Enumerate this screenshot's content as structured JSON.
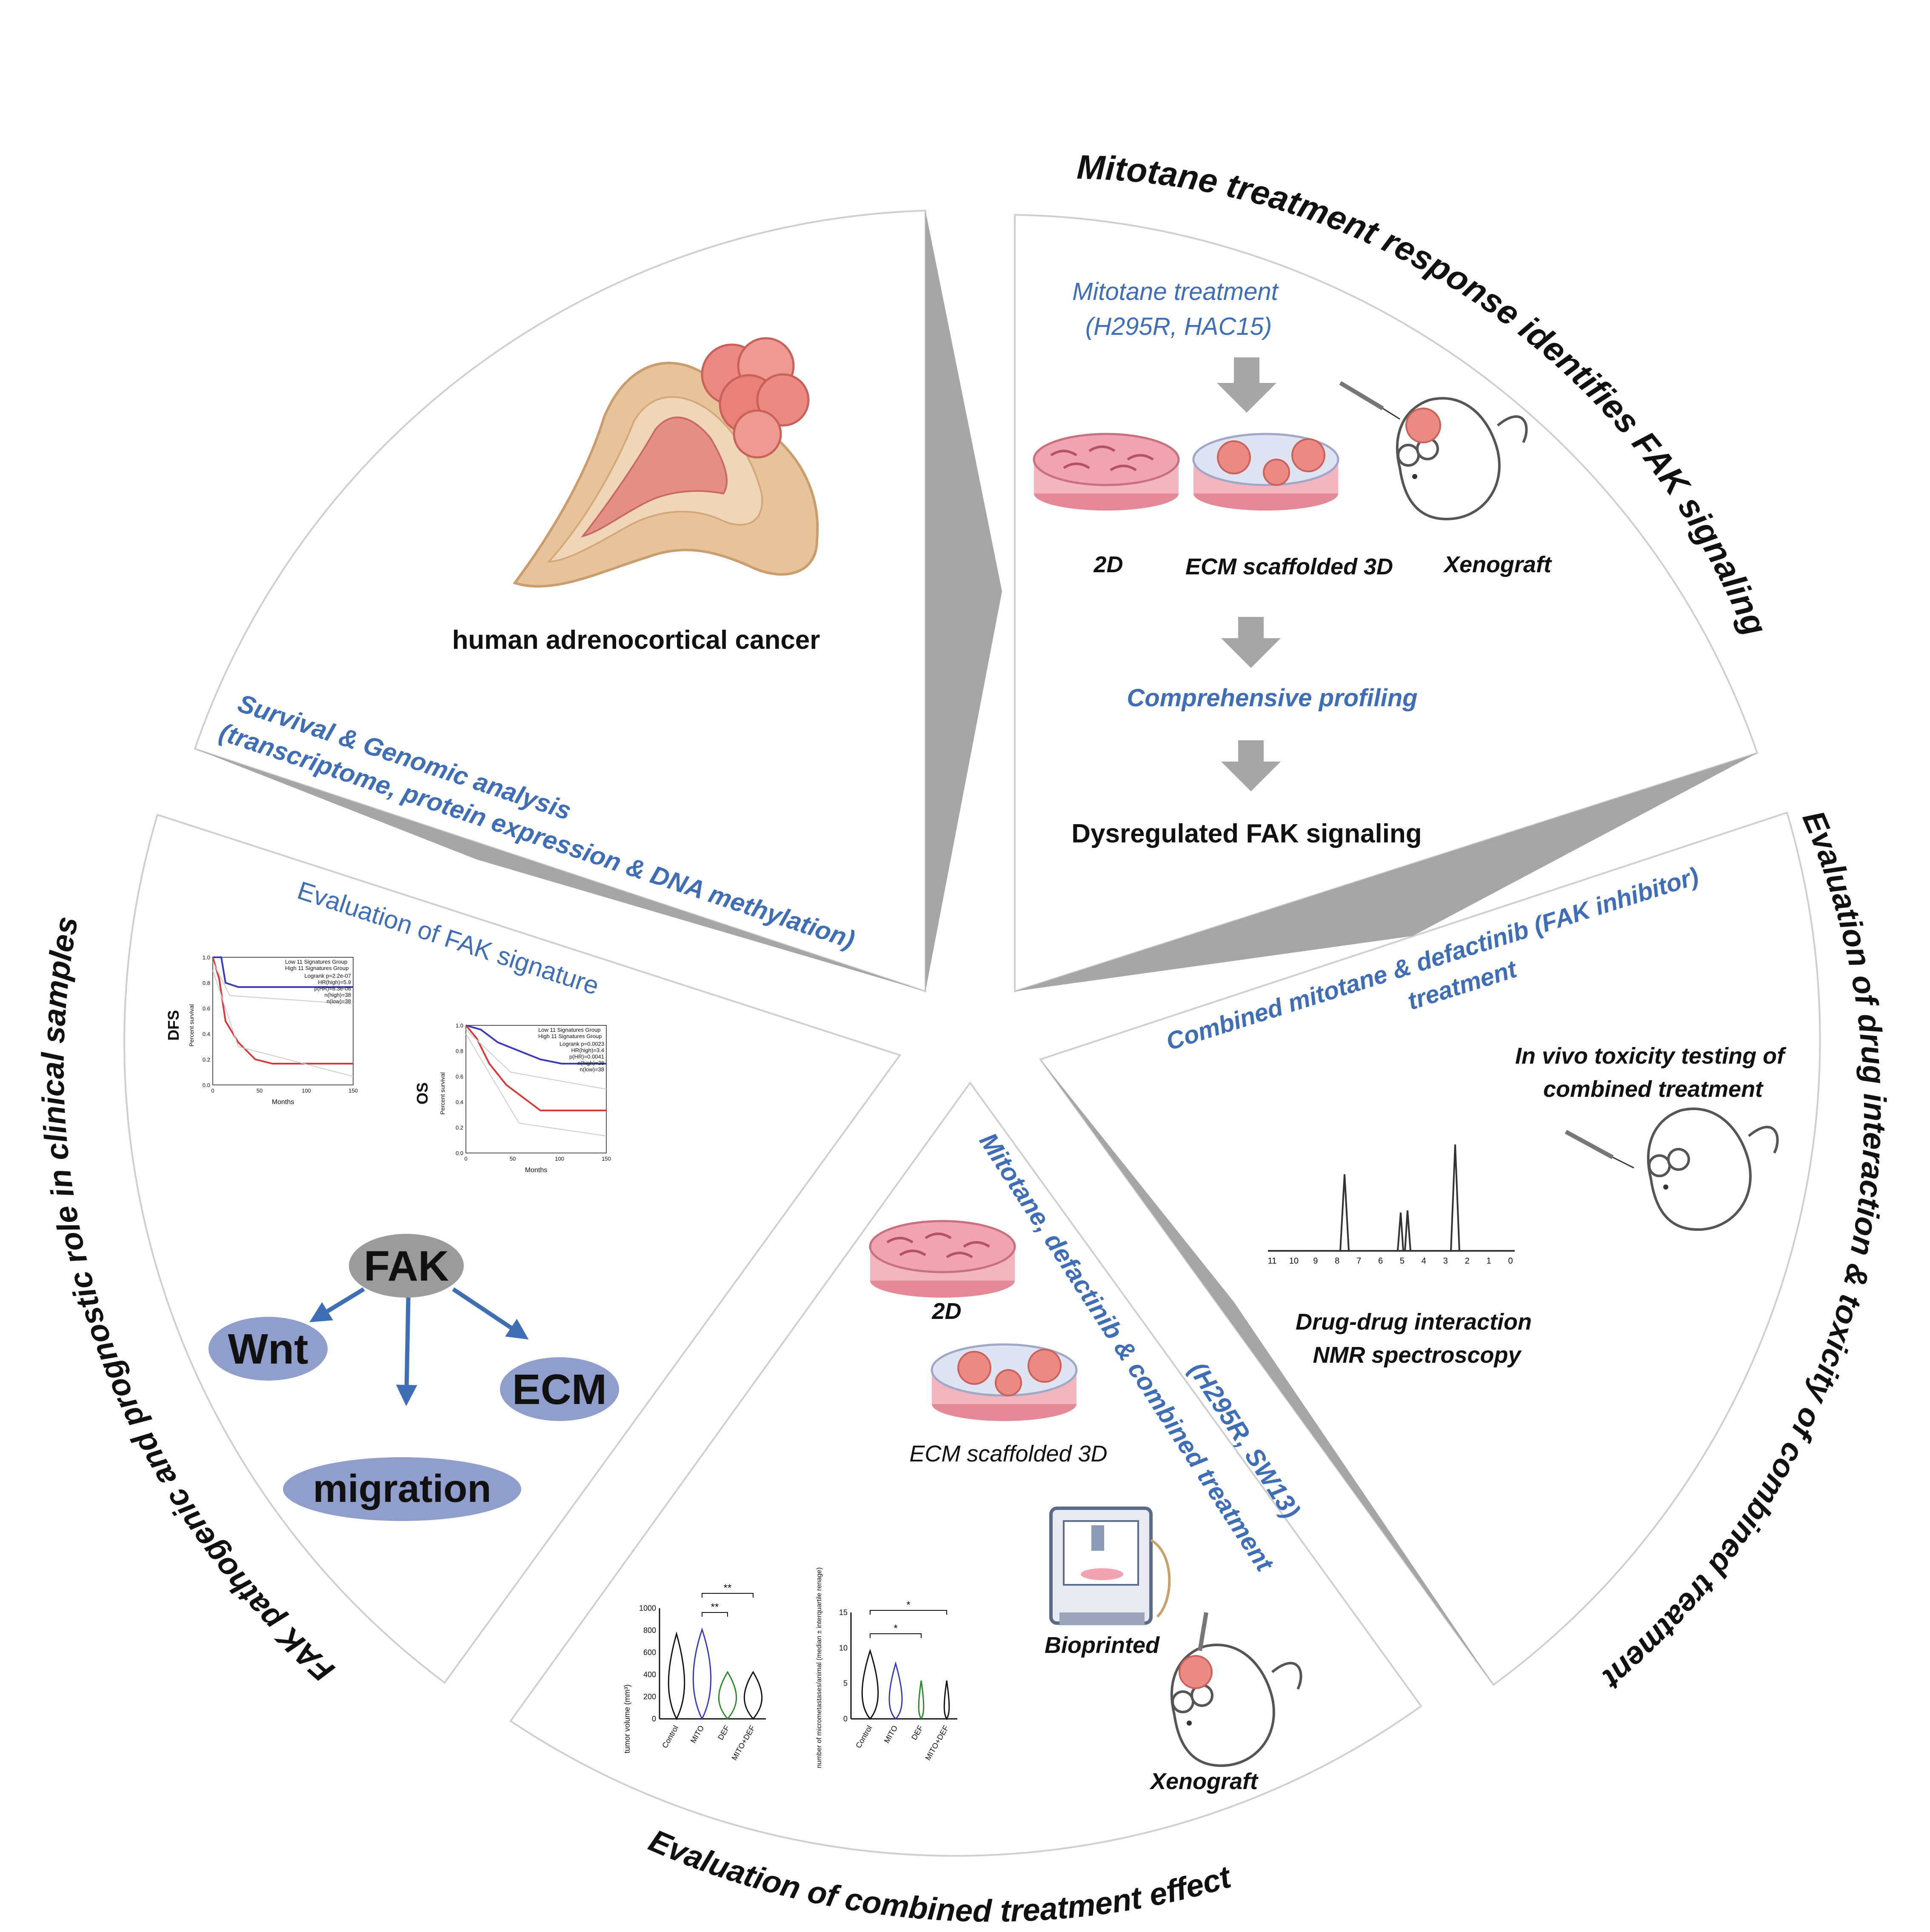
{
  "colors": {
    "accent_blue": "#3f6eb5",
    "arrow_grey": "#a6a6a6",
    "node_grey": "#9b9b9b",
    "node_blue": "#8f9ecb",
    "tissue_tan": "#e8c49c",
    "tumor_pink": "#ea8a82",
    "dish_pink": "#f3b6bf",
    "survival_low": "#3a3ab8",
    "survival_high": "#d23b3b"
  },
  "curved_titles": {
    "top_right": "Mitotane treatment response identifies FAK signaling",
    "right": "Evaluation of drug interaction & toxicity of combined treatment",
    "bottom": "Evaluation of combined treatment effect",
    "left": "FAK pathogenic and prognostic role in clinical samples"
  },
  "top_left": {
    "cancer_label": "human adrenocortical cancer",
    "analysis_line1": "Survival & Genomic analysis",
    "analysis_line2": "(transcriptome, protein expression & DNA methylation)"
  },
  "top_right": {
    "treatment_line1": "Mitotane treatment",
    "treatment_line2": "(H295R, HAC15)",
    "model_2d": "2D",
    "model_3d": "ECM scaffolded 3D",
    "model_xeno": "Xenograft",
    "profiling": "Comprehensive profiling",
    "result": "Dysregulated FAK signaling"
  },
  "right": {
    "combined_line1": "Combined mitotane & defactinib (FAK inhibitor)",
    "combined_line2": "treatment",
    "toxicity_line1": "In vivo toxicity testing of",
    "toxicity_line2": "combined treatment",
    "nmr_line1": "Drug-drug interaction",
    "nmr_line2": "NMR spectroscopy",
    "nmr_axis_ticks": [
      "11",
      "10",
      "9",
      "8",
      "7",
      "6",
      "5",
      "4",
      "3",
      "2",
      "1",
      "0"
    ]
  },
  "bottom": {
    "rotated_line1": "Mitotane, defactinib & combined treatment",
    "rotated_line2": "(H295R, SW13)",
    "model_2d": "2D",
    "model_3d": "ECM scaffolded 3D",
    "bioprinted": "Bioprinted",
    "xenograft": "Xenograft",
    "violin1_ylabel": "tumor volume (mm³)",
    "violin1_ticks": [
      "0",
      "200",
      "400",
      "600",
      "800",
      "1000"
    ],
    "violin2_ylabel": "number of micrometastases/animal (median ± interquartile renage)",
    "violin2_ticks": [
      "0",
      "5",
      "10",
      "15"
    ],
    "groups": [
      "Control",
      "MITO",
      "DEF",
      "MITO+DEF"
    ],
    "sig_double": "**",
    "sig_single": "*"
  },
  "left": {
    "signature_title": "Evaluation of FAK signature",
    "dfs_label": "DFS",
    "os_label": "OS",
    "km_ylabel": "Percent survival",
    "km_xlabel": "Months",
    "km_legend_low": "Low 11 Signatures Group",
    "km_legend_high": "High 11 Signatures Group",
    "dfs_stats": [
      "Logrank p=2.2e-07",
      "HR(high)=5.9",
      "p(HR)=6.3e-06",
      "n(high)=38",
      "n(low)=38"
    ],
    "os_stats": [
      "Logrank p=0.0023",
      "HR(high)=3.4",
      "p(HR)=0.0041",
      "n(high)=38",
      "n(low)=38"
    ],
    "km_yticks": [
      "0.0",
      "0.2",
      "0.4",
      "0.6",
      "0.8",
      "1.0"
    ],
    "km_xticks": [
      "0",
      "50",
      "100",
      "150"
    ],
    "node_fak": "FAK",
    "node_wnt": "Wnt",
    "node_ecm": "ECM",
    "node_migration": "migration"
  }
}
